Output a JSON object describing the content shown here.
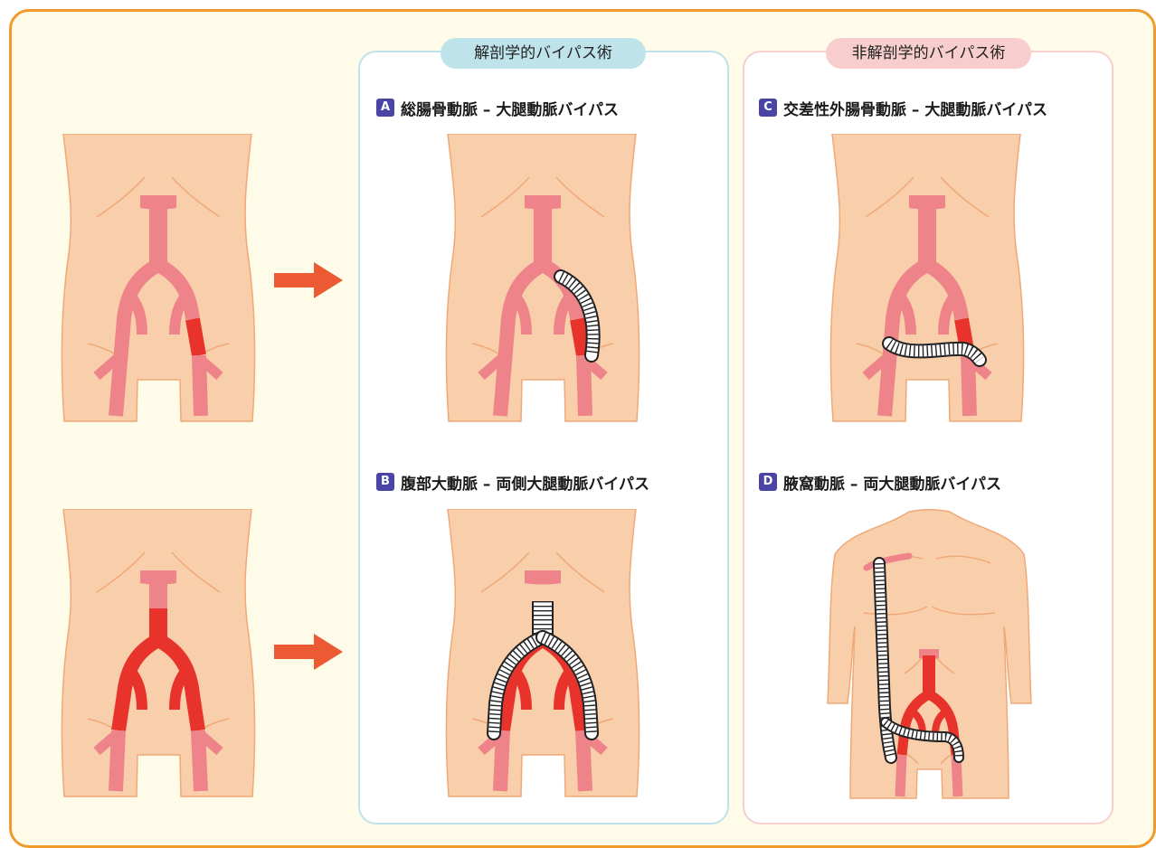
{
  "sections": {
    "anatomical": {
      "title": "解剖学的バイパス術"
    },
    "extra_anatomical": {
      "title": "非解剖学的バイパス術"
    }
  },
  "procedures": [
    {
      "badge": "A",
      "label": "総腸骨動脈 – 大腿動脈バイパス"
    },
    {
      "badge": "B",
      "label": "腹部大動脈 – 両側大腿動脈バイパス"
    },
    {
      "badge": "C",
      "label": "交差性外腸骨動脈 – 大腿動脈バイパス"
    },
    {
      "badge": "D",
      "label": "腋窩動脈 – 両大腿動脈バイパス"
    }
  ],
  "colors": {
    "frame_border": "#f19a2b",
    "frame_bg": "#fefbe8",
    "skin": "#f8cfaa",
    "skin_outline": "#f0a877",
    "artery": "#ee8489",
    "occluded_artery": "#e8332d",
    "arrow": "#ec5a33",
    "badge": "#4a44a4",
    "graft": "#ffffff"
  },
  "icons": [
    "right-arrow-icon"
  ]
}
